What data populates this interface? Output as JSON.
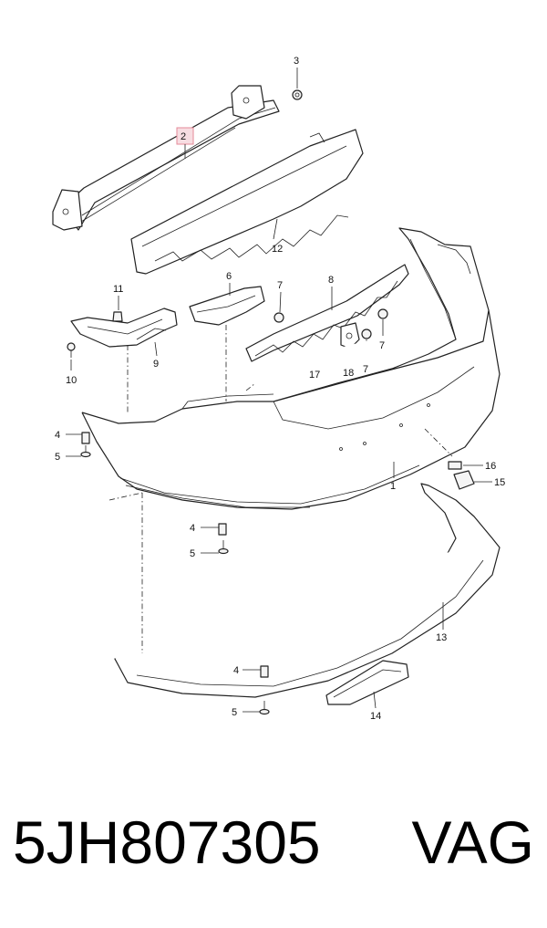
{
  "callouts": {
    "c1": "1",
    "c2": "2",
    "c3": "3",
    "c4a": "4",
    "c4b": "4",
    "c4c": "4",
    "c5a": "5",
    "c5b": "5",
    "c5c": "5",
    "c6": "6",
    "c7a": "7",
    "c7b": "7",
    "c7c": "7",
    "c8": "8",
    "c9": "9",
    "c10": "10",
    "c11": "11",
    "c12": "12",
    "c13": "13",
    "c14": "14",
    "c15": "15",
    "c16": "16",
    "c17": "17",
    "c18": "18"
  },
  "highlighted_callout": "2",
  "colors": {
    "highlight_fill": "#f7dde2",
    "highlight_border": "#e58a98",
    "line": "#222222"
  },
  "footer": {
    "part_number": "5JH807305",
    "brand": "VAG"
  }
}
